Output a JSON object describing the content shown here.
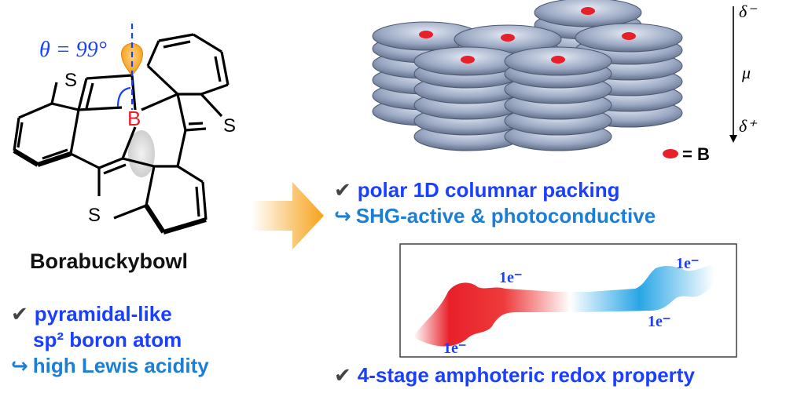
{
  "molecule": {
    "angle_label": "θ = 99°",
    "boron": "B",
    "sulfur": "S",
    "name": "Borabuckybowl"
  },
  "left_features": {
    "line1": "pyramidal-like",
    "line2": "sp² boron atom",
    "line3": "high Lewis acidity"
  },
  "stack": {
    "dipole_top": "δ⁻",
    "dipole_mid": "μ",
    "dipole_bottom": "δ⁺",
    "legend": "= B"
  },
  "right_features": {
    "line1": "polar 1D columnar packing",
    "line2": "SHG-active & photoconductive",
    "line3": "4-stage amphoteric redox property"
  },
  "redox": {
    "label": "1e⁻"
  },
  "symbols": {
    "check": "✔",
    "hook": "↪"
  },
  "colors": {
    "blue": "#1b3fff",
    "cyan": "#1b7fd6",
    "red": "#e8202a",
    "orange": "#f7a21b"
  }
}
